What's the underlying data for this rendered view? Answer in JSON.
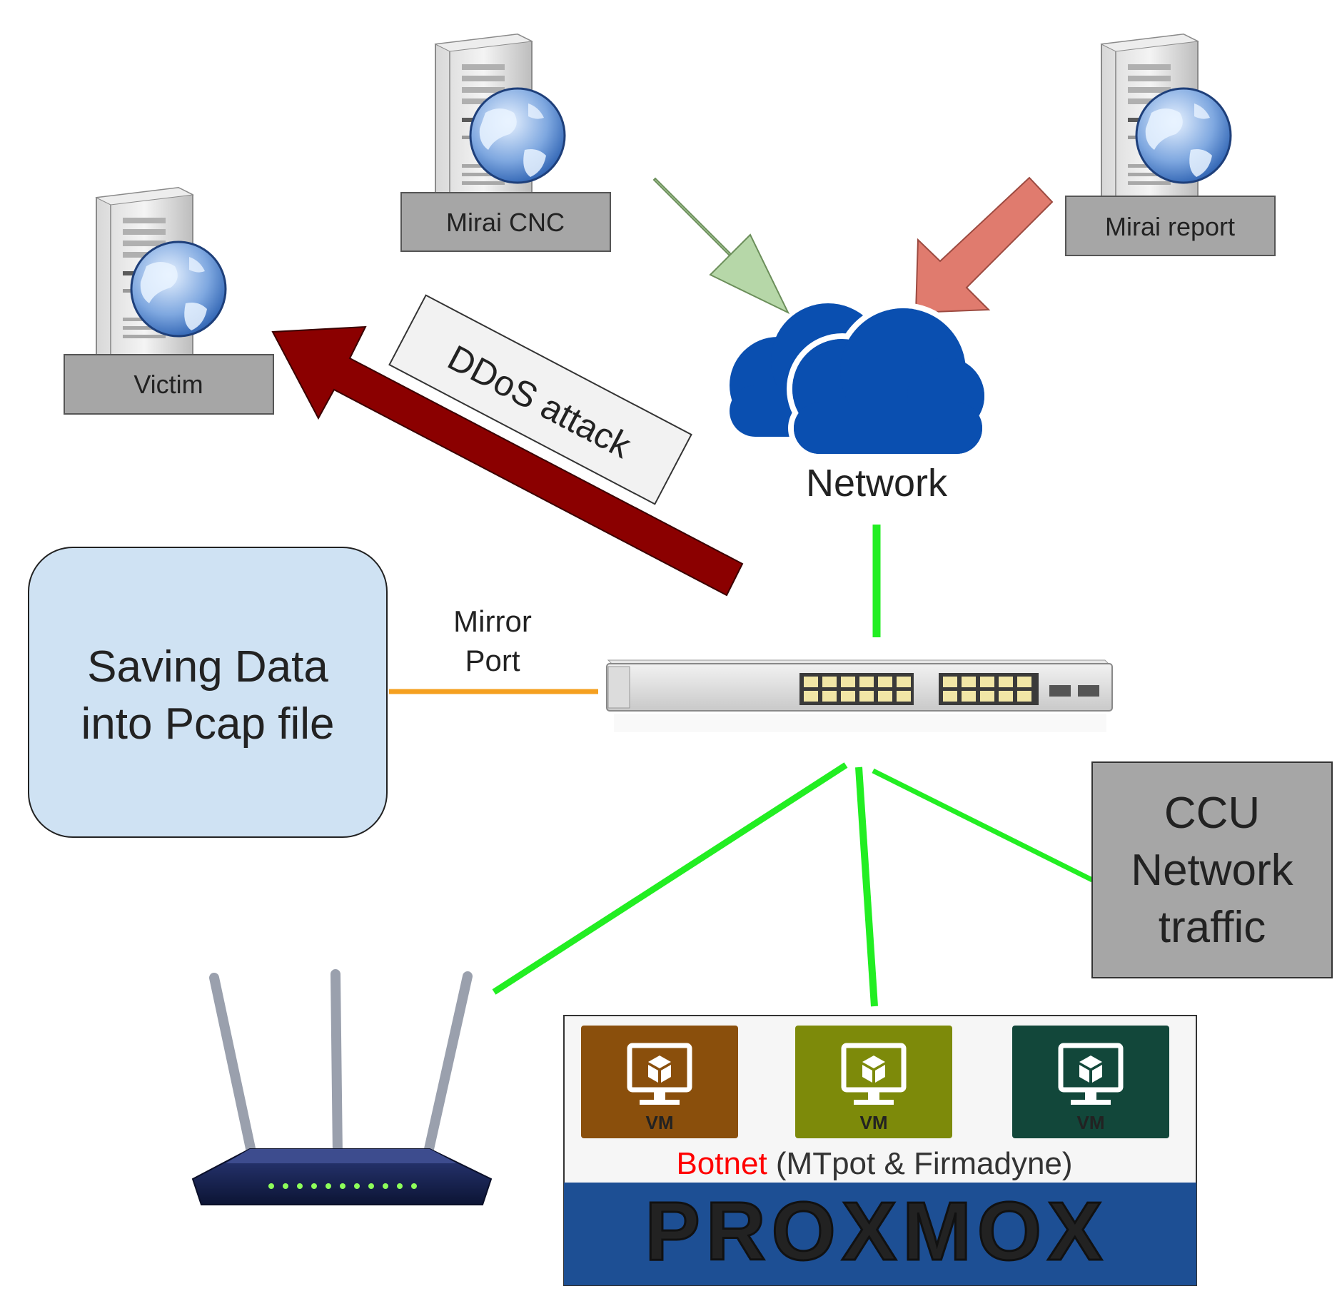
{
  "nodes": {
    "victim": {
      "label": "Victim",
      "icon": "web-server-icon"
    },
    "mirai_cnc": {
      "label": "Mirai CNC",
      "icon": "web-server-icon"
    },
    "mirai_report": {
      "label": "Mirai report",
      "icon": "web-server-icon"
    },
    "network": {
      "label": "Network",
      "icon": "cloud-icon"
    },
    "switch": {
      "icon": "network-switch-icon"
    },
    "saving": {
      "line1": "Saving Data",
      "line2": "into Pcap file"
    },
    "ccu": {
      "line1": "CCU",
      "line2": "Network",
      "line3": "traffic"
    },
    "router": {
      "icon": "wifi-router-icon"
    },
    "proxmox": {
      "vms": [
        {
          "label": "VM",
          "color": "#8a4f0c"
        },
        {
          "label": "VM",
          "color": "#7d8a0a"
        },
        {
          "label": "VM",
          "color": "#12473a"
        }
      ],
      "botnet_highlight": "Botnet",
      "botnet_rest": " (MTpot & Firmadyne)",
      "logo_text": "PROXMOX"
    }
  },
  "edges": {
    "ddos_label": "DDoS attack",
    "mirror_line1": "Mirror",
    "mirror_line2": "Port"
  },
  "colors": {
    "link_green": "#22ee22",
    "mirror_orange": "#f5a020",
    "ddos_arrow": "#8b0000",
    "cnc_arrow": "#b6d7a8",
    "report_arrow": "#e07b6e",
    "cloud_blue": "#0a4fb0",
    "label_gray": "#a6a6a6",
    "saving_fill": "#cfe2f3",
    "proxmox_band": "#1d4f94",
    "botnet_red": "#ff0000"
  }
}
